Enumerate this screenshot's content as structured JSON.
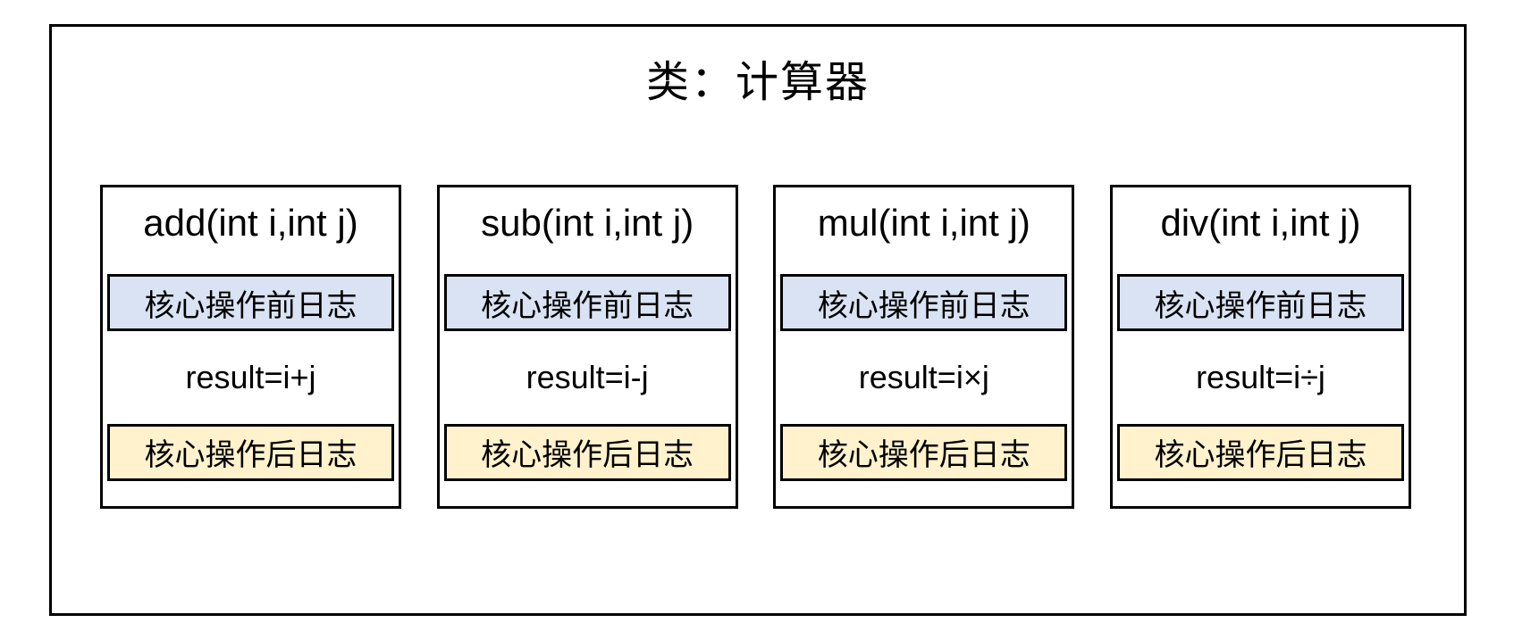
{
  "diagram": {
    "title": "类：计算器",
    "colors": {
      "pre_log_fill": "#dae3f3",
      "post_log_fill": "#fff2cc",
      "border": "#000000",
      "background": "#ffffff"
    },
    "methods": [
      {
        "signature": "add(int i,int j)",
        "pre_log": "核心操作前日志",
        "core": "result=i+j",
        "post_log": "核心操作后日志"
      },
      {
        "signature": "sub(int i,int j)",
        "pre_log": "核心操作前日志",
        "core": "result=i-j",
        "post_log": "核心操作后日志"
      },
      {
        "signature": "mul(int i,int j)",
        "pre_log": "核心操作前日志",
        "core": "result=i×j",
        "post_log": "核心操作后日志"
      },
      {
        "signature": "div(int i,int j)",
        "pre_log": "核心操作前日志",
        "core": "result=i÷j",
        "post_log": "核心操作后日志"
      }
    ]
  }
}
